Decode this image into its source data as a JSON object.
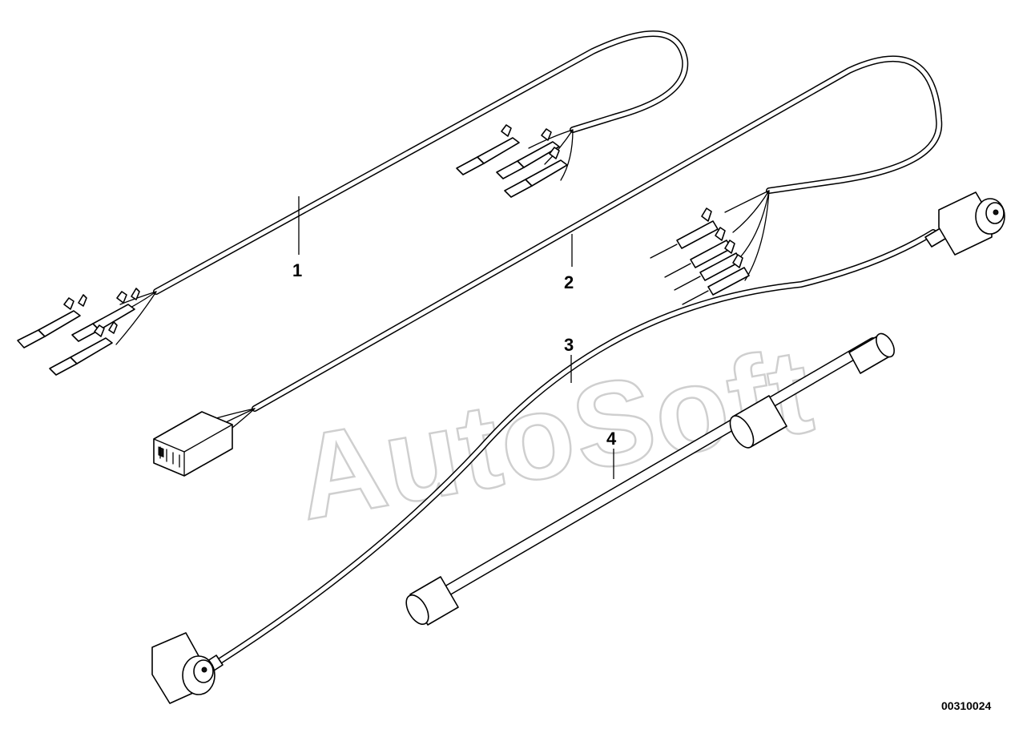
{
  "watermark": "AutoSoft",
  "callouts": {
    "c1": "1",
    "c2": "2",
    "c3": "3",
    "c4": "4"
  },
  "document_number": "00310024"
}
